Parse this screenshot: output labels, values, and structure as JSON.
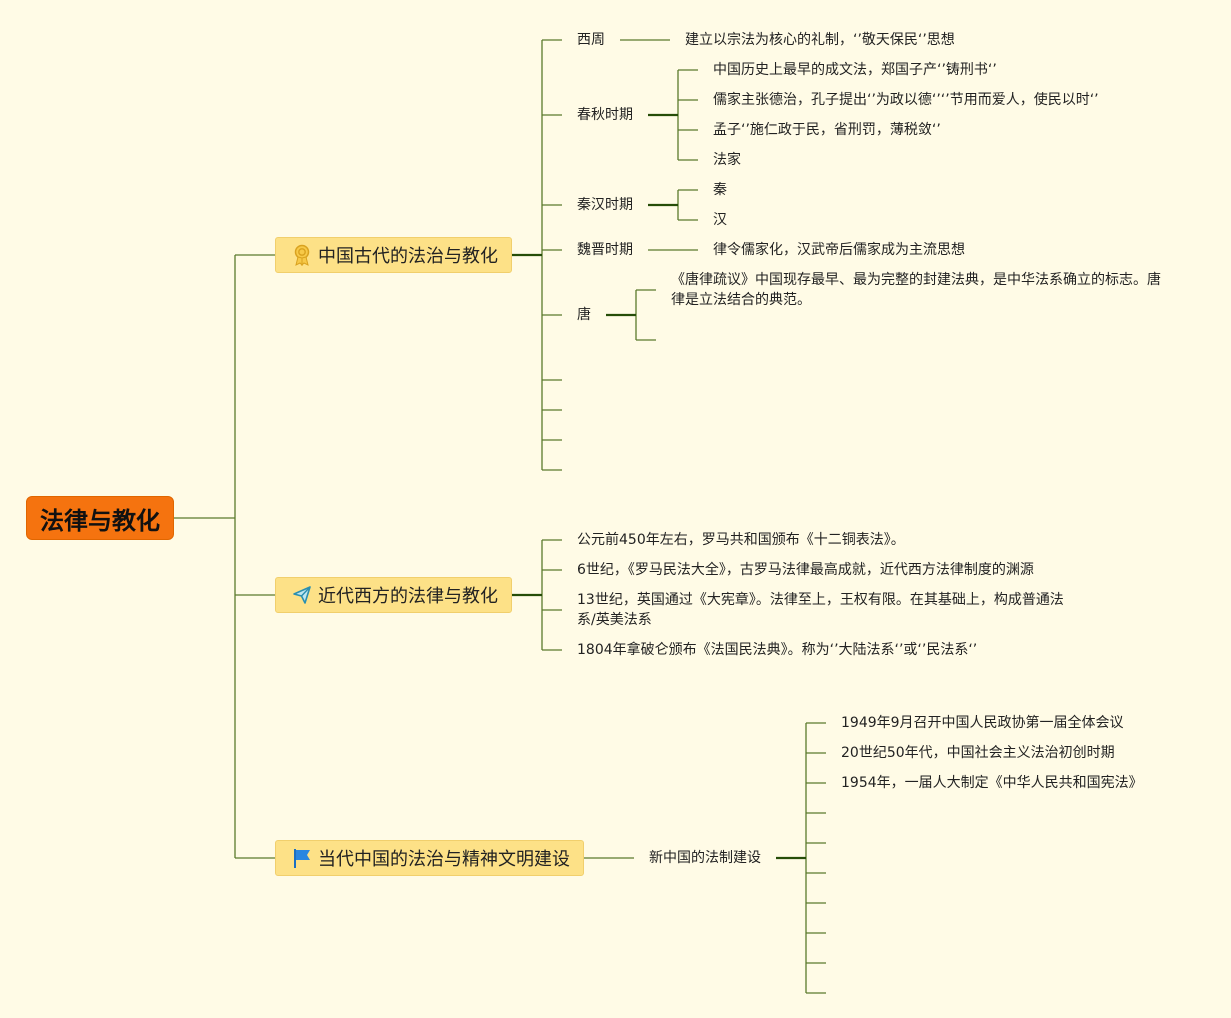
{
  "root": {
    "label": "法律与教化"
  },
  "b1": {
    "label": "中国古代的法治与教化",
    "icon": "ribbon-award-icon",
    "xizhou": {
      "label": "西周",
      "leaf": "建立以宗法为核心的礼制，‘’敬天保民‘’思想"
    },
    "chunqiu": {
      "label": "春秋时期",
      "leaves": [
        "中国历史上最早的成文法，郑国子产‘’铸刑书‘’",
        "儒家主张德治，孔子提出‘’为政以德‘’‘’节用而爱人，使民以时‘’",
        "孟子‘’施仁政于民，省刑罚，薄税敛‘’",
        "法家"
      ]
    },
    "qinhan": {
      "label": "秦汉时期",
      "leaves": [
        "秦",
        "汉"
      ]
    },
    "weijin": {
      "label": "魏晋时期",
      "leaf": "律令儒家化，汉武帝后儒家成为主流思想"
    },
    "tang": {
      "label": "唐",
      "leaf": "《唐律疏议》中国现存最早、最为完整的封建法典，是中华法系确立的标志。唐律是立法结合的典范。"
    }
  },
  "b2": {
    "label": "近代西方的法律与教化",
    "icon": "paper-plane-icon",
    "leaves": [
      "公元前450年左右，罗马共和国颁布《十二铜表法》。",
      "6世纪，《罗马民法大全》，古罗马法律最高成就，近代西方法律制度的渊源",
      "13世纪，英国通过《大宪章》。法律至上，王权有限。在其基础上，构成普通法系/英美法系",
      "1804年拿破仑颁布《法国民法典》。称为‘’大陆法系‘’或‘’民法系‘’"
    ]
  },
  "b3": {
    "label": "当代中国的法治与精神文明建设",
    "icon": "flag-icon",
    "sub": {
      "label": "新中国的法制建设",
      "leaves": [
        "1949年9月召开中国人民政协第一届全体会议",
        "20世纪50年代，中国社会主义法治初创时期",
        "1954年，一届人大制定《中华人民共和国宪法》"
      ]
    }
  },
  "colors": {
    "line": "#2f5d12",
    "root": "#f5730f",
    "branch": "#fde187",
    "background": "#fffbe6"
  }
}
